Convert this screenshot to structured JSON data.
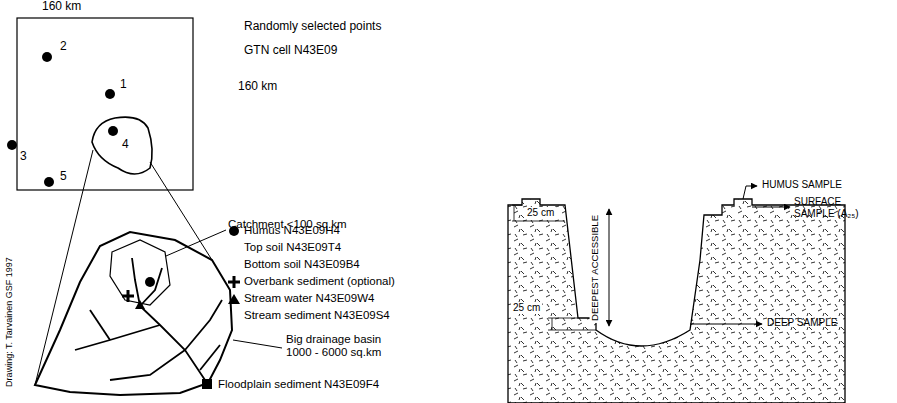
{
  "diagram": {
    "labels": [
      "160 km",
      "Randomly selected points",
      "GTN cell N43E09",
      "160 km",
      "2",
      "1",
      "4",
      "3",
      "5",
      "Catchment <100 sq.km",
      "Big drainage basin 1000 - 6000 sq.km",
      "Drawing: T. Tarvainen GSF 1997",
      "25 cm",
      "25 cm",
      "DEEPEST ACCESSIBLE",
      "HUMUS SAMPLE",
      "SURFACE SAMPLE (A₂₅)",
      "DEEP SAMPLE"
    ],
    "legend": [
      {
        "text": "Humus N43E09H4"
      },
      {
        "text": "Top soil N43E09T4"
      },
      {
        "text": "Bottom soil N43E09B4"
      },
      {
        "text": "Overbank sediment (optional)"
      },
      {
        "text": "Stream water N43E09W4"
      },
      {
        "text": "Stream sediment N43E09S4"
      },
      {
        "text": "Floodplain sediment N43E09F4"
      }
    ]
  }
}
